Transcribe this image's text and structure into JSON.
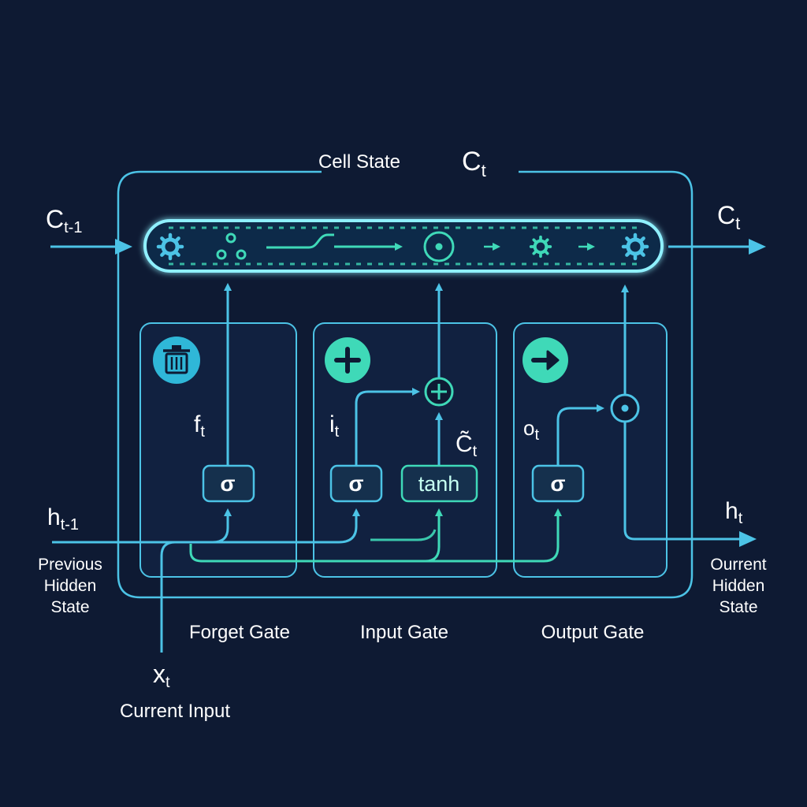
{
  "title": {
    "prefix": "Cell State",
    "symbol": "C",
    "sub": "t"
  },
  "cell_in": {
    "symbol": "C",
    "sub": "t-1"
  },
  "cell_out": {
    "symbol": "C",
    "sub": "t"
  },
  "hidden_in": {
    "symbol": "h",
    "sub": "t-1",
    "caption": [
      "Previous",
      "Hidden",
      "State"
    ]
  },
  "hidden_out": {
    "symbol": "h",
    "sub": "t",
    "caption": [
      "Ourrent",
      "Hidden",
      "State"
    ]
  },
  "input": {
    "symbol": "x",
    "sub": "t",
    "caption": "Current Input"
  },
  "gates": {
    "forget": {
      "label": "Forget Gate",
      "icon": "trash-icon",
      "gate_symbol": "f",
      "gate_sub": "t",
      "activation": "σ"
    },
    "input": {
      "label": "Input Gate",
      "icon": "plus-icon",
      "gate_symbol": "i",
      "gate_sub": "t",
      "activation": "σ",
      "candidate_activation": "tanh",
      "candidate_symbol": "C̃",
      "candidate_sub": "t"
    },
    "output": {
      "label": "Output Gate",
      "icon": "arrow-right-icon",
      "gate_symbol": "o",
      "gate_sub": "t",
      "activation": "σ"
    }
  },
  "operators": {
    "multiply": "⊙",
    "add": "+"
  },
  "colors": {
    "background": "#0e1a33",
    "frame": "#4cc3e6",
    "teal": "#3fd9b8",
    "accent": "#5fe0c8",
    "text": "#ffffff"
  }
}
